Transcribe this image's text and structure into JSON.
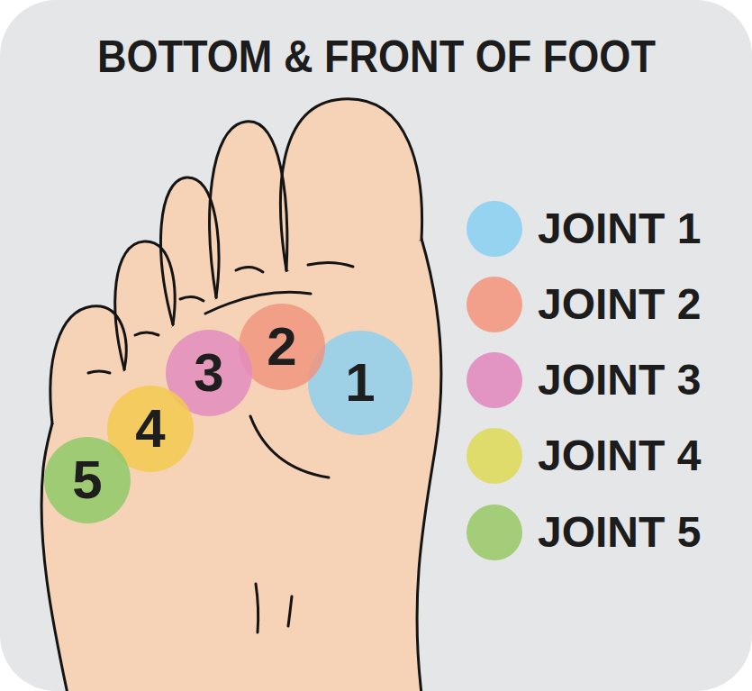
{
  "diagram": {
    "title": "BOTTOM & FRONT OF FOOT",
    "nodes": [
      {
        "text": [
          "1"
        ]
      },
      {
        "text": [
          "2"
        ]
      },
      {
        "text": [
          "3"
        ]
      },
      {
        "text": [
          "4"
        ]
      },
      {
        "text": [
          "5"
        ]
      }
    ],
    "legend": [
      {
        "text": "JOINT 1",
        "color": "#95d3f0"
      },
      {
        "text": "JOINT 2",
        "color": "#f2a08c"
      },
      {
        "text": "JOINT 3",
        "color": "#e294c2"
      },
      {
        "text": "JOINT 4",
        "color": "#e0dc6c"
      },
      {
        "text": "JOINT 5",
        "color": "#a3cd78"
      }
    ]
  }
}
